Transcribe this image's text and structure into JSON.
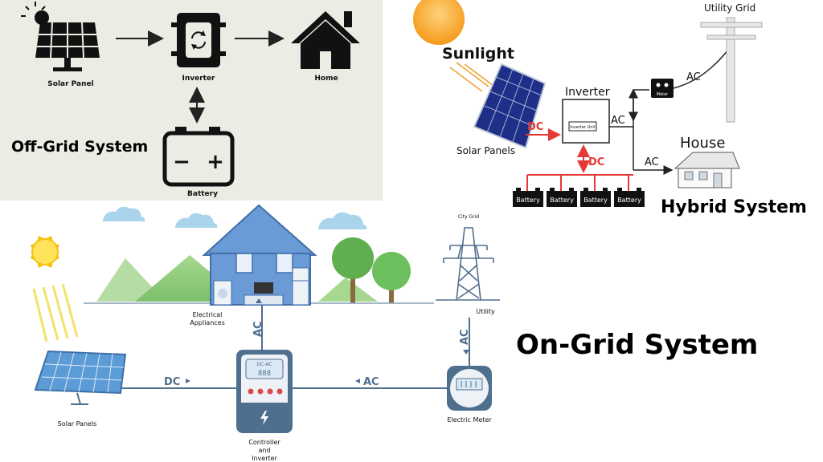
{
  "off_grid": {
    "title": "Off-Grid System",
    "solar_panel_label": "Solar Panel",
    "inverter_label": "Inverter",
    "home_label": "Home",
    "battery_label": "Battery",
    "battery_minus": "−",
    "battery_plus": "+"
  },
  "hybrid": {
    "title": "Hybrid System",
    "sunlight_label": "Sunlight",
    "solar_panels_label": "Solar Panels",
    "inverter_label": "Inverter",
    "inverter_box_text": "Inverter Unit",
    "utility_grid_label": "Utility Grid",
    "meter_label": "Meter",
    "house_label": "House",
    "dc_label_1": "DC",
    "dc_label_2": "DC",
    "ac_label_1": "AC",
    "ac_label_2": "AC",
    "ac_label_3": "AC",
    "batteries": [
      "Battery",
      "Battery",
      "Battery",
      "Battery"
    ]
  },
  "on_grid": {
    "title": "On-Grid System",
    "solar_panels_label": "Solar Panels",
    "appliances_label_1": "Electrical",
    "appliances_label_2": "Appliances",
    "controller_label_1": "Controller",
    "controller_label_2": "and",
    "controller_label_3": "Inverter",
    "controller_display": "DC-AC",
    "controller_digits": "888",
    "utility_label": "Utility",
    "city_grid_label": "City Grid",
    "meter_label": "Electric Meter",
    "dc_label": "DC",
    "ac_label_1": "AC",
    "ac_label_2": "AC",
    "ac_label_3": "AC"
  },
  "colors": {
    "offgrid_bg": "#ecebe4",
    "ongrid_blue": "#6b9bd6",
    "ongrid_line": "#4f6f8f",
    "sun_yellow": "#f4c20d",
    "hybrid_red": "#e53935",
    "hill_green": "#8cc97a"
  }
}
